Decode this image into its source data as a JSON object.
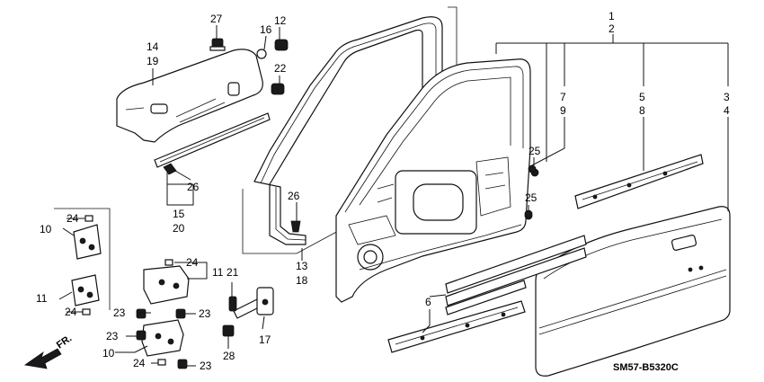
{
  "diagram_code": "SM57-B5320C",
  "direction_label": "FR.",
  "callouts": {
    "c1": "1",
    "c2": "2",
    "c3": "3",
    "c4": "4",
    "c5": "5",
    "c6": "6",
    "c7": "7",
    "c8": "8",
    "c9": "9",
    "c10a": "10",
    "c10b": "10",
    "c11a": "11",
    "c11b": "11",
    "c12": "12",
    "c13": "13",
    "c14": "14",
    "c15": "15",
    "c16": "16",
    "c17": "17",
    "c18": "18",
    "c19": "19",
    "c20": "20",
    "c21": "21",
    "c22": "22",
    "c23a": "23",
    "c23b": "23",
    "c23c": "23",
    "c23d": "23",
    "c24a": "24",
    "c24b": "24",
    "c24c": "24",
    "c24d": "24",
    "c25a": "25",
    "c25b": "25",
    "c26a": "26",
    "c26b": "26",
    "c27": "27",
    "c28": "28"
  }
}
